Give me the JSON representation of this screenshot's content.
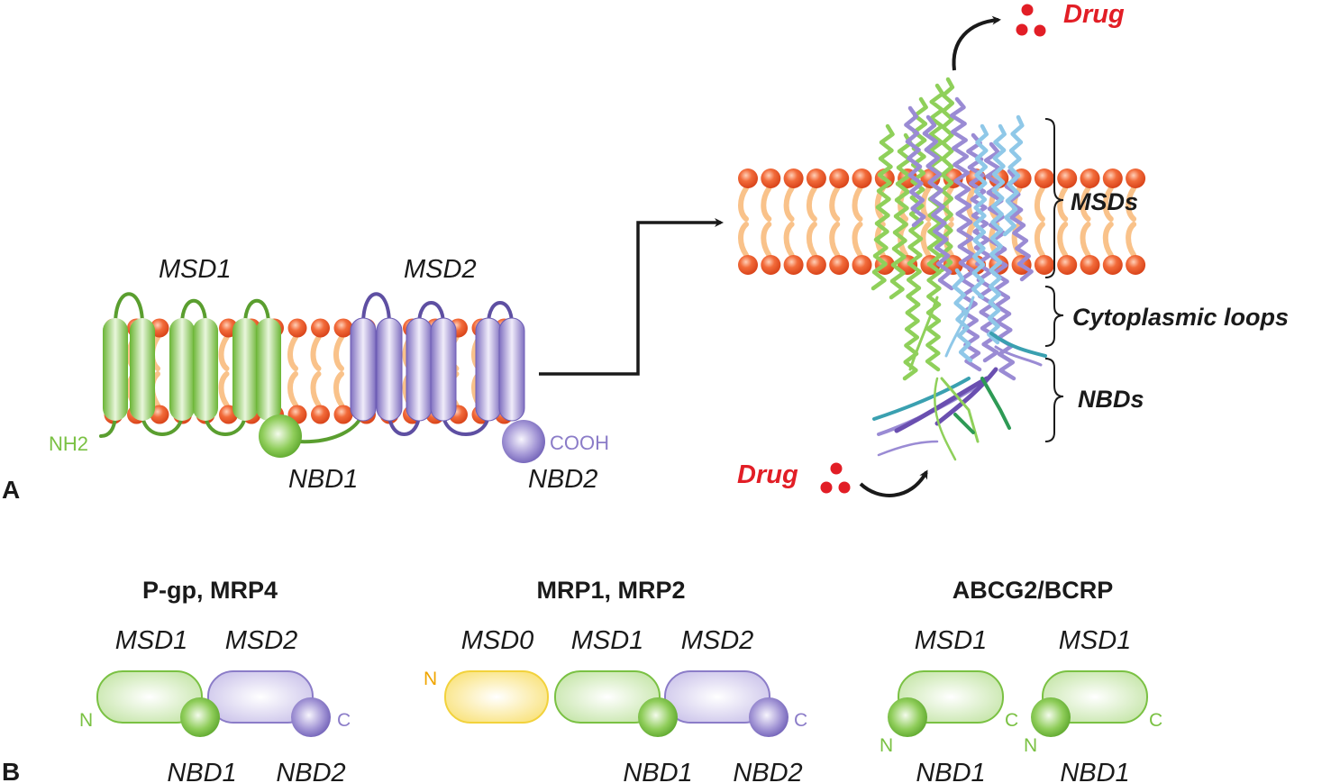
{
  "colors": {
    "green": "#7ac143",
    "green_dark": "#5a9e2f",
    "purple": "#8b7cc8",
    "purple_dark": "#5e4fa2",
    "yellow": "#f2d23c",
    "lipid_head": "#f26b3a",
    "lipid_tail": "#f9c28a",
    "drug_red": "#e21e26",
    "text": "#1a1a1a",
    "orange_label": "#f0a500"
  },
  "panel_a": {
    "label": "A",
    "topology": {
      "msd1_label": "MSD1",
      "msd2_label": "MSD2",
      "nbd1_label": "NBD1",
      "nbd2_label": "NBD2",
      "n_terminus": "NH2",
      "c_terminus": "COOH"
    },
    "structure": {
      "drug_out_label": "Drug",
      "drug_in_label": "Drug",
      "brackets": [
        {
          "label": "MSDs"
        },
        {
          "label": "Cytoplasmic loops"
        },
        {
          "label": "NBDs"
        }
      ]
    }
  },
  "panel_b": {
    "label": "B",
    "groups": [
      {
        "title": "P-gp, MRP4",
        "domains": [
          "MSD1",
          "MSD2"
        ],
        "nbds": [
          "NBD1",
          "NBD2"
        ],
        "n_label": "N",
        "c_label": "C"
      },
      {
        "title": "MRP1, MRP2",
        "domains": [
          "MSD0",
          "MSD1",
          "MSD2"
        ],
        "nbds": [
          "NBD1",
          "NBD2"
        ],
        "n_label": "N",
        "c_label": "C"
      },
      {
        "title": "ABCG2/BCRP",
        "domains": [
          "MSD1",
          "MSD1"
        ],
        "nbds": [
          "NBD1",
          "NBD1"
        ],
        "n_labels": [
          "N",
          "N"
        ],
        "c_labels": [
          "C",
          "C"
        ]
      }
    ]
  }
}
